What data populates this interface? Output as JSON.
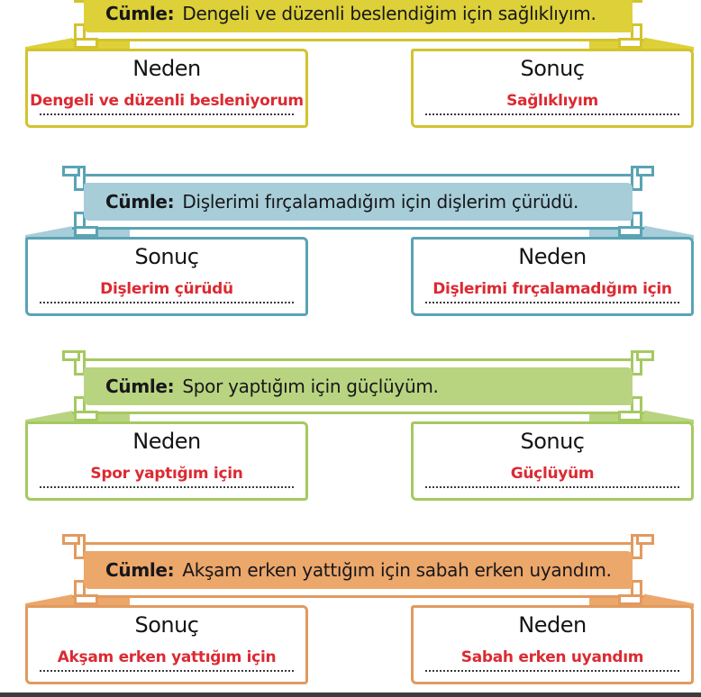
{
  "worksheet": {
    "prefix_label": "Cümle:",
    "colors": {
      "answer_text": "#dc2a32",
      "heading_text": "#141414",
      "bottom_strip": "#3c3c3e"
    },
    "sections": [
      {
        "sentence": "Dengeli ve düzenli beslendiğim için sağlıklıyım.",
        "theme": {
          "fill": "#ddd039",
          "border": "#d2c32f"
        },
        "left": {
          "label": "Neden",
          "answer": "Dengeli ve düzenli besleniyorum"
        },
        "right": {
          "label": "Sonuç",
          "answer": "Sağlıklıyım"
        }
      },
      {
        "sentence": "Dişlerimi fırçalamadığım için dişlerim çürüdü.",
        "theme": {
          "fill": "#a7cdd8",
          "border": "#5aa3b5"
        },
        "left": {
          "label": "Sonuç",
          "answer": "Dişlerim çürüdü"
        },
        "right": {
          "label": "Neden",
          "answer": "Dişlerimi fırçalamadığım için"
        }
      },
      {
        "sentence": "Spor yaptığım için güçlüyüm.",
        "theme": {
          "fill": "#b9d480",
          "border": "#a5c961"
        },
        "left": {
          "label": "Neden",
          "answer": "Spor yaptığım için"
        },
        "right": {
          "label": "Sonuç",
          "answer": "Güçlüyüm"
        }
      },
      {
        "sentence": "Akşam erken yattığım için sabah erken uyandım.",
        "theme": {
          "fill": "#eca76b",
          "border": "#e29a5f"
        },
        "left": {
          "label": "Sonuç",
          "answer": "Akşam erken yattığım için"
        },
        "right": {
          "label": "Neden",
          "answer": "Sabah erken uyandım"
        }
      }
    ]
  }
}
